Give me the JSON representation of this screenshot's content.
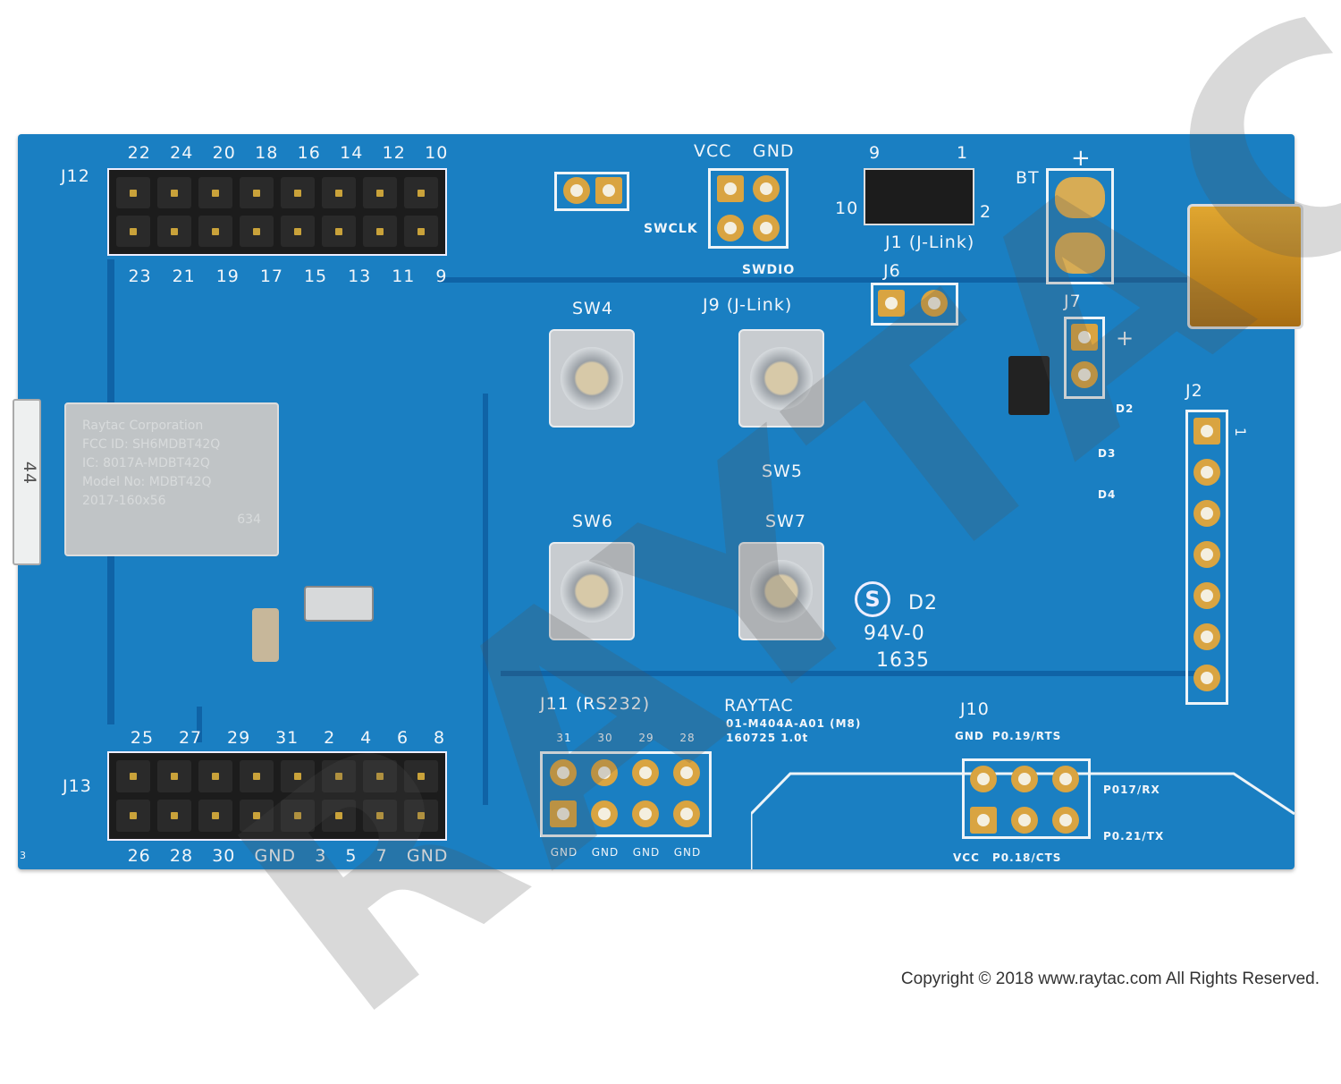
{
  "board": {
    "color": "#1a7fc2",
    "j12": {
      "label": "J12",
      "top": [
        "22",
        "24",
        "20",
        "18",
        "16",
        "14",
        "12",
        "10"
      ],
      "bottom": [
        "23",
        "21",
        "19",
        "17",
        "15",
        "13",
        "11",
        "9"
      ]
    },
    "j13": {
      "label": "J13",
      "top": [
        "25",
        "27",
        "29",
        "31",
        "2",
        "4",
        "6",
        "8"
      ],
      "bottom": [
        "26",
        "28",
        "30",
        "GND",
        "3",
        "5",
        "7",
        "GND"
      ]
    },
    "j9": {
      "vcc": "VCC",
      "gnd": "GND",
      "swclk": "SWCLK",
      "swdio": "SWDIO",
      "label": "J9 (J-Link)"
    },
    "j1": {
      "pin9": "9",
      "pin1": "1",
      "pin10": "10",
      "pin2": "2",
      "label": "J1 (J-Link)"
    },
    "bt": {
      "label": "BT",
      "plus": "+"
    },
    "j6": "J6",
    "j7": {
      "label": "J7",
      "plus": "+"
    },
    "j2": {
      "label": "J2",
      "pin1": "1"
    },
    "d2a": "D2",
    "d3": "D3",
    "d4": "D4",
    "sw4": "SW4",
    "sw5": "SW5",
    "sw6": "SW6",
    "sw7": "SW7",
    "cert": {
      "mark": "S",
      "d2": "D2",
      "rating": "94V-0",
      "date": "1635"
    },
    "j11": {
      "label": "J11 (RS232)",
      "top": [
        "31",
        "30",
        "29",
        "28"
      ],
      "bottom": [
        "GND",
        "GND",
        "GND",
        "GND"
      ]
    },
    "raytac": {
      "name": "RAYTAC",
      "part": "01-M404A-A01 (M8)",
      "rev": "160725 1.0t"
    },
    "j10": {
      "label": "J10",
      "gnd": "GND",
      "rts": "P0.19/RTS",
      "rx": "P017/RX",
      "tx": "P0.21/TX",
      "vcc": "VCC",
      "cts": "P0.18/CTS"
    },
    "module": {
      "lines": [
        "Raytac Corporation",
        "FCC ID: SH6MDBT42Q",
        "IC: 8017A-MDBT42Q",
        "Model No: MDBT42Q",
        "2017-160x56"
      ],
      "code": "634"
    },
    "antenna": "44",
    "corner": "3"
  },
  "copyright": "Copyright © 2018 www.raytac.com  All Rights Reserved.",
  "watermark": "RAYTAC"
}
